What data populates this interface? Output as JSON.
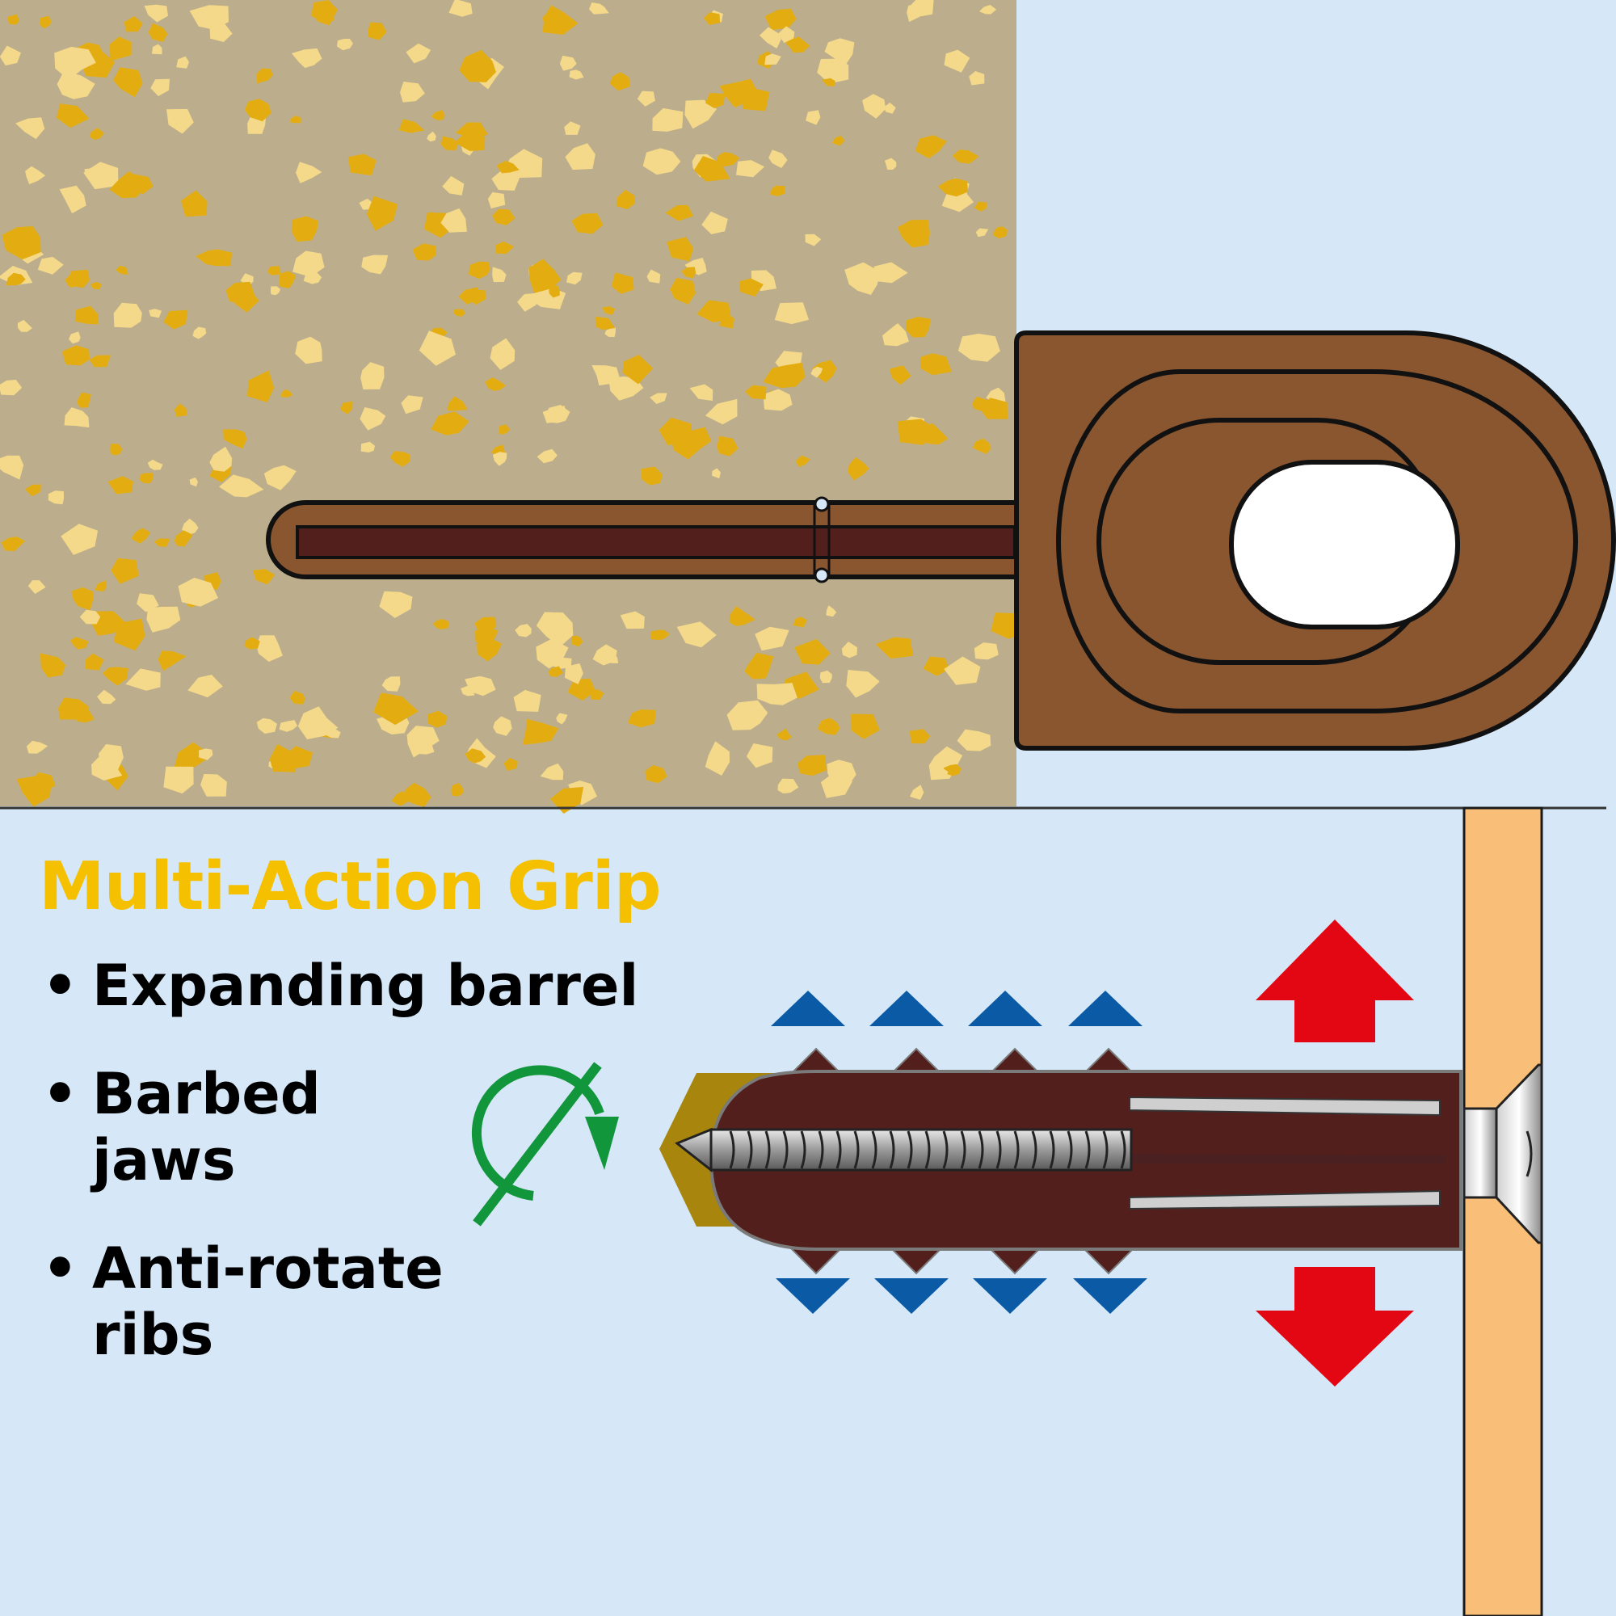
{
  "heading": "Multi-Action Grip",
  "features": [
    {
      "lines": [
        "Expanding barrel"
      ]
    },
    {
      "lines": [
        "Barbed",
        "jaws"
      ]
    },
    {
      "lines": [
        "Anti-rotate",
        "ribs"
      ]
    }
  ],
  "bullet_char": "•",
  "colors": {
    "background": "#d6e8f7",
    "masonry": "#bcae8c",
    "aggregate_light": "#f5d98a",
    "aggregate_dark": "#e3ad12",
    "plug_brown": "#8a5630",
    "plug_dark": "#531f1d",
    "heading_gold": "#f5c000",
    "arrow_red": "#e30613",
    "arrow_blue": "#0a5aa6",
    "arrow_green": "#12963c",
    "timber": "#f9bf78",
    "screw_tip": "#a8860d"
  },
  "icons": [
    "wall-plug-top-view",
    "wall-plug-side-view",
    "screw",
    "rotation-icon",
    "expansion-arrow-icon",
    "compression-arrow-icon",
    "barb-icon"
  ]
}
